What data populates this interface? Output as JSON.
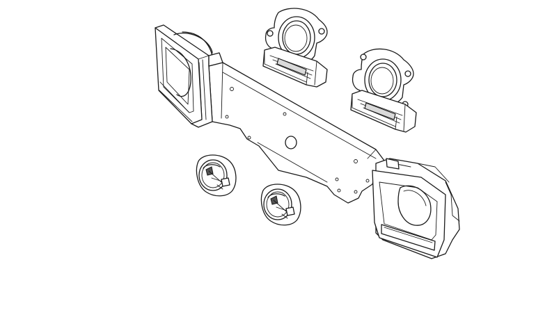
{
  "diagram": {
    "type": "exploded-parts-illustration",
    "background": "#ffffff",
    "line_color": "#1a1a1a",
    "parts": [
      {
        "id": "bezel-panel",
        "kind": "headlamp-bezel-panel"
      },
      {
        "id": "upper-ring-left",
        "kind": "sealing-ring-bracket"
      },
      {
        "id": "upper-ring-right",
        "kind": "sealing-ring-bracket"
      },
      {
        "id": "adjuster-cup-left",
        "kind": "adjuster-cup"
      },
      {
        "id": "adjuster-cup-right",
        "kind": "adjuster-cup"
      }
    ]
  }
}
